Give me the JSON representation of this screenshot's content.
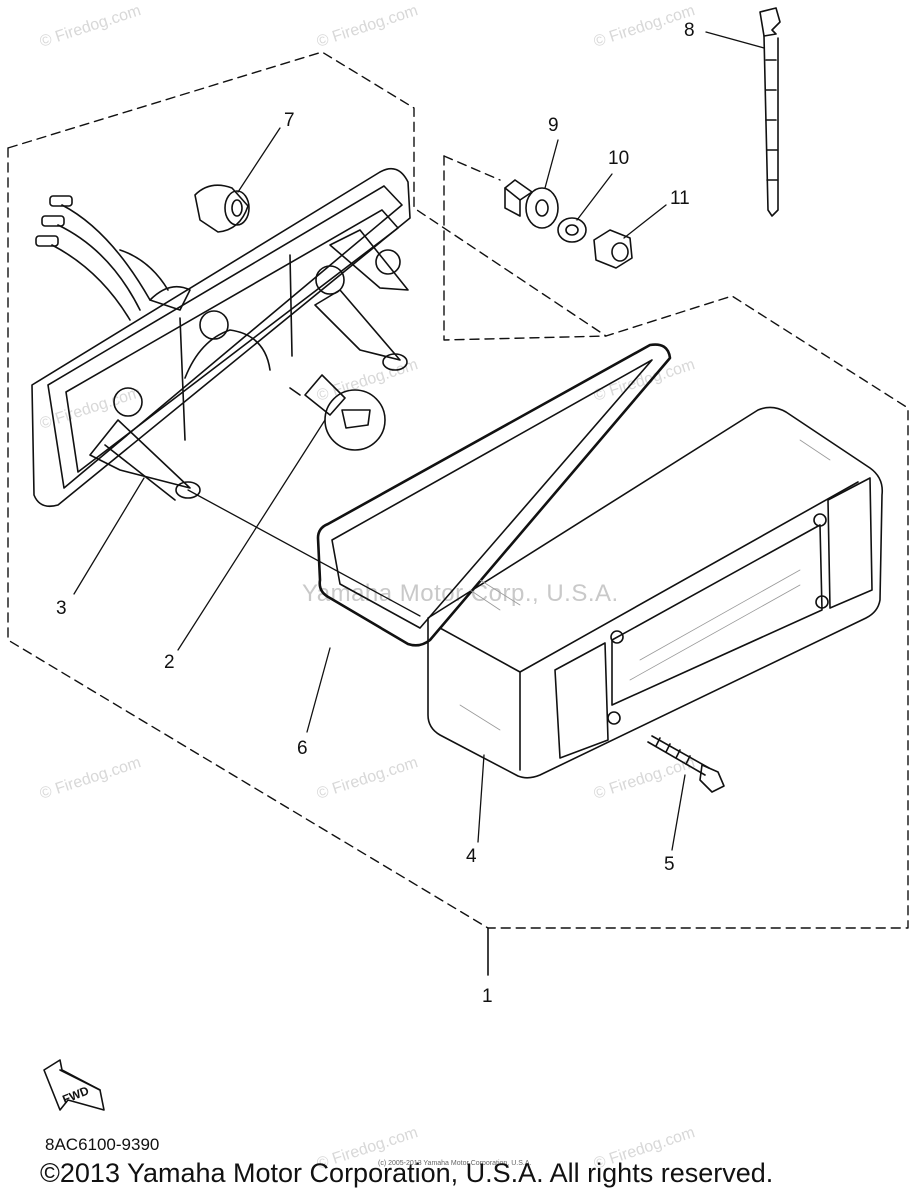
{
  "watermark": {
    "text": "© Firedog.com",
    "center_text": "Yamaha Motor Corp., U.S.A."
  },
  "callouts": [
    {
      "id": "1",
      "label": "1"
    },
    {
      "id": "2",
      "label": "2"
    },
    {
      "id": "3",
      "label": "3"
    },
    {
      "id": "4",
      "label": "4"
    },
    {
      "id": "5",
      "label": "5"
    },
    {
      "id": "6",
      "label": "6"
    },
    {
      "id": "7",
      "label": "7"
    },
    {
      "id": "8",
      "label": "8"
    },
    {
      "id": "9",
      "label": "9"
    },
    {
      "id": "10",
      "label": "10"
    },
    {
      "id": "11",
      "label": "11"
    }
  ],
  "fwd_label": "FWD",
  "part_code": "8AC6100-9390",
  "small_copyright": "(c) 2005-2013 Yamaha Motor Corporation, U.S.A.",
  "copyright": "©2013 Yamaha Motor Corporation, U.S.A. All rights reserved.",
  "colors": {
    "line": "#111111",
    "watermark": "#d8d8d8"
  }
}
